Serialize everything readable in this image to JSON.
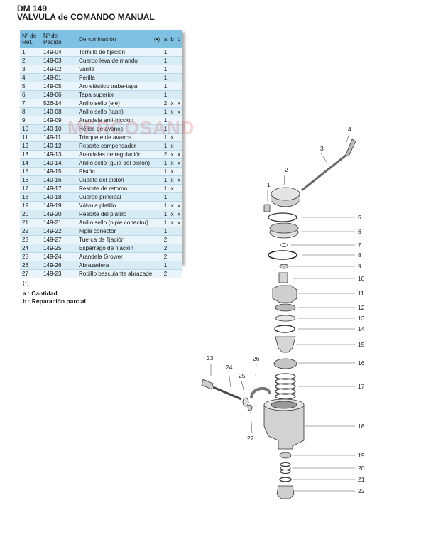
{
  "header": {
    "model": "DM 149",
    "title": "VALVULA de COMANDO MANUAL"
  },
  "watermark": "MERCOSAND",
  "table": {
    "columns": [
      "Nº de Ref.",
      "Nº de Pedido",
      "Denominación",
      "(•)",
      "a",
      "b",
      "c"
    ],
    "rows": [
      {
        "ref": "1",
        "pedido": "149-04",
        "denom": "Tornillo de fijación",
        "a": "1",
        "b": "",
        "c": ""
      },
      {
        "ref": "2",
        "pedido": "149-03",
        "denom": "Cuerpo leva de mando",
        "a": "1",
        "b": "",
        "c": ""
      },
      {
        "ref": "3",
        "pedido": "149-02",
        "denom": "Varilla",
        "a": "1",
        "b": "",
        "c": ""
      },
      {
        "ref": "4",
        "pedido": "149-01",
        "denom": "Perilla",
        "a": "1",
        "b": "",
        "c": ""
      },
      {
        "ref": "5",
        "pedido": "149-05",
        "denom": "Aro elástico traba-tapa",
        "a": "1",
        "b": "",
        "c": ""
      },
      {
        "ref": "6",
        "pedido": "149-06",
        "denom": "Tapa superior",
        "a": "1",
        "b": "",
        "c": ""
      },
      {
        "ref": "7",
        "pedido": "526-14",
        "denom": "Anillo sello (eje)",
        "a": "2",
        "b": "x",
        "c": "x"
      },
      {
        "ref": "8",
        "pedido": "149-08",
        "denom": "Anillo sello (tapa)",
        "a": "1",
        "b": "x",
        "c": "x"
      },
      {
        "ref": "9",
        "pedido": "149-09",
        "denom": "Arandela anti-fricción",
        "a": "1",
        "b": "",
        "c": ""
      },
      {
        "ref": "10",
        "pedido": "149-10",
        "denom": "Hélice de avance",
        "a": "1",
        "b": "",
        "c": ""
      },
      {
        "ref": "11",
        "pedido": "149-11",
        "denom": "Trinquete de avance",
        "a": "1",
        "b": "x",
        "c": ""
      },
      {
        "ref": "12",
        "pedido": "149-12",
        "denom": "Resorte compensador",
        "a": "1",
        "b": "x",
        "c": ""
      },
      {
        "ref": "13",
        "pedido": "149-13",
        "denom": "Arandelas de regulación",
        "a": "2",
        "b": "x",
        "c": "x"
      },
      {
        "ref": "14",
        "pedido": "149-14",
        "denom": "Anillo sello (guía del pistón)",
        "a": "1",
        "b": "x",
        "c": "x"
      },
      {
        "ref": "15",
        "pedido": "149-15",
        "denom": "Pistón",
        "a": "1",
        "b": "x",
        "c": ""
      },
      {
        "ref": "16",
        "pedido": "149-16",
        "denom": "Cubeta del pistón",
        "a": "1",
        "b": "x",
        "c": "x"
      },
      {
        "ref": "17",
        "pedido": "149-17",
        "denom": "Resorte de retorno",
        "a": "1",
        "b": "x",
        "c": ""
      },
      {
        "ref": "18",
        "pedido": "149-18",
        "denom": "Cuerpo principal",
        "a": "1",
        "b": "",
        "c": ""
      },
      {
        "ref": "19",
        "pedido": "149-19",
        "denom": "Válvula platillo",
        "a": "1",
        "b": "x",
        "c": "x"
      },
      {
        "ref": "20",
        "pedido": "149-20",
        "denom": "Resorte del platillo",
        "a": "1",
        "b": "x",
        "c": "x"
      },
      {
        "ref": "21",
        "pedido": "149-21",
        "denom": "Anillo sello (niple conector)",
        "a": "1",
        "b": "x",
        "c": "x"
      },
      {
        "ref": "22",
        "pedido": "149-22",
        "denom": "Niple conector",
        "a": "1",
        "b": "",
        "c": ""
      },
      {
        "ref": "23",
        "pedido": "149-27",
        "denom": "Tuerca de fijación",
        "a": "2",
        "b": "",
        "c": ""
      },
      {
        "ref": "24",
        "pedido": "149-25",
        "denom": "Espárrago de fijación",
        "a": "2",
        "b": "",
        "c": ""
      },
      {
        "ref": "25",
        "pedido": "149-24",
        "denom": "Arandela Grower",
        "a": "2",
        "b": "",
        "c": ""
      },
      {
        "ref": "26",
        "pedido": "149-26",
        "denom": "Abrazadera",
        "a": "1",
        "b": "",
        "c": ""
      },
      {
        "ref": "27",
        "pedido": "149-23",
        "denom": "Rodillo basculante abrazadera",
        "a": "2",
        "b": "",
        "c": ""
      }
    ]
  },
  "legend": {
    "symbol": "(•)",
    "a_key": "a :",
    "a_text": "Cantidad",
    "b_key": "b :",
    "b_text": "Reparación parcial"
  },
  "diagram": {
    "callouts": [
      "1",
      "2",
      "3",
      "4",
      "5",
      "6",
      "7",
      "8",
      "9",
      "10",
      "11",
      "12",
      "13",
      "14",
      "15",
      "16",
      "17",
      "18",
      "19",
      "20",
      "21",
      "22",
      "23",
      "24",
      "25",
      "26",
      "27"
    ]
  },
  "colors": {
    "header_bg": "#7fc1e3",
    "row_light": "#eaf5fb",
    "row_dark": "#d8ecf6",
    "part_fill": "#d9d9d9",
    "part_stroke": "#333333"
  }
}
